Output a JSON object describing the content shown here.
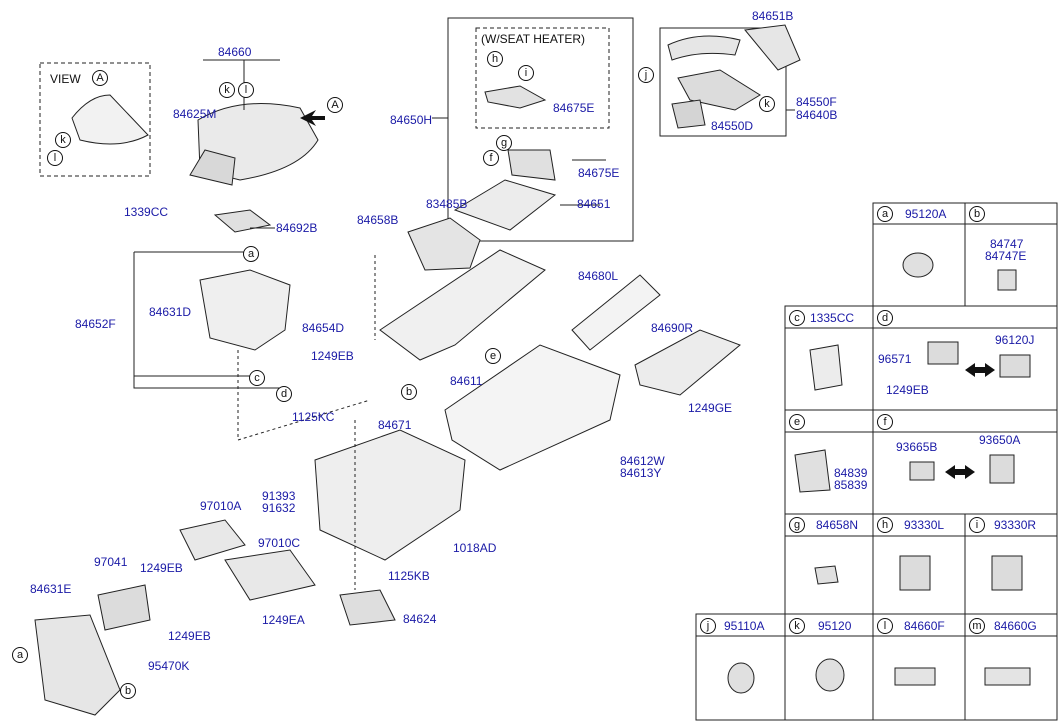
{
  "view": {
    "title": "VIEW",
    "mark": "A"
  },
  "arrow_mark": "A",
  "seat_heater_box": "(W/SEAT HEATER)",
  "labels": {
    "p84660": "84660",
    "p84625M": "84625M",
    "p1339CC": "1339CC",
    "p84692B": "84692B",
    "p84652F": "84652F",
    "p84631D": "84631D",
    "p84650H": "84650H",
    "p84675E_1": "84675E",
    "p84675E_2": "84675E",
    "p84651": "84651",
    "p83485B": "83485B",
    "p84658B": "84658B",
    "p84654D": "84654D",
    "p1249EB_1": "1249EB",
    "p84651B": "84651B",
    "p84550F": "84550F",
    "p84640B": "84640B",
    "p84550D": "84550D",
    "p84680L": "84680L",
    "p84690R": "84690R",
    "p84611": "84611",
    "p1249GE": "1249GE",
    "p1125KC": "1125KC",
    "p84671": "84671",
    "p84612W": "84612W",
    "p84613Y": "84613Y",
    "p91393": "91393",
    "p91632": "91632",
    "p97010A": "97010A",
    "p97010C": "97010C",
    "p97041": "97041",
    "p1249EB_2": "1249EB",
    "p84631E": "84631E",
    "p1249EB_3": "1249EB",
    "p95470K": "95470K",
    "p1249EA": "1249EA",
    "p1018AD": "1018AD",
    "p1125KB": "1125KB",
    "p84624": "84624"
  },
  "callouts": [
    "a",
    "b",
    "c",
    "d",
    "e",
    "f",
    "g",
    "h",
    "i",
    "j",
    "k",
    "l",
    "m"
  ],
  "table": {
    "a": {
      "letter": "a",
      "part": "95120A"
    },
    "b": {
      "letter": "b",
      "parts": [
        "84747",
        "84747E"
      ]
    },
    "c": {
      "letter": "c",
      "part": "1335CC"
    },
    "d": {
      "letter": "d",
      "parts": [
        "96571",
        "96120J",
        "1249EB"
      ]
    },
    "e": {
      "letter": "e",
      "parts": [
        "84839",
        "85839"
      ]
    },
    "f": {
      "letter": "f",
      "parts": [
        "93665B",
        "93650A"
      ]
    },
    "g": {
      "letter": "g",
      "part": "84658N"
    },
    "h": {
      "letter": "h",
      "part": "93330L"
    },
    "i": {
      "letter": "i",
      "part": "93330R"
    },
    "j": {
      "letter": "j",
      "part": "95110A"
    },
    "k": {
      "letter": "k",
      "part": "95120"
    },
    "l": {
      "letter": "l",
      "part": "84660F"
    },
    "m": {
      "letter": "m",
      "part": "84660G"
    }
  },
  "colors": {
    "label": "#1a1aa6",
    "line": "#111111"
  }
}
